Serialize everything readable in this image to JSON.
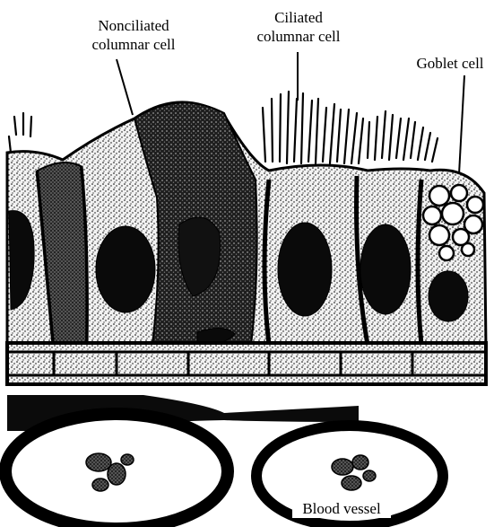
{
  "labels": {
    "nonciliated": [
      "Nonciliated",
      "columnar cell"
    ],
    "ciliated": [
      "Ciliated",
      "columnar cell"
    ],
    "goblet": "Goblet cell",
    "vessel": "Blood vessel"
  },
  "colors": {
    "ink": "#000000",
    "paper": "#ffffff",
    "cytoplasm": "#d9d9d9",
    "dark_cell": "#2a2a2a"
  }
}
